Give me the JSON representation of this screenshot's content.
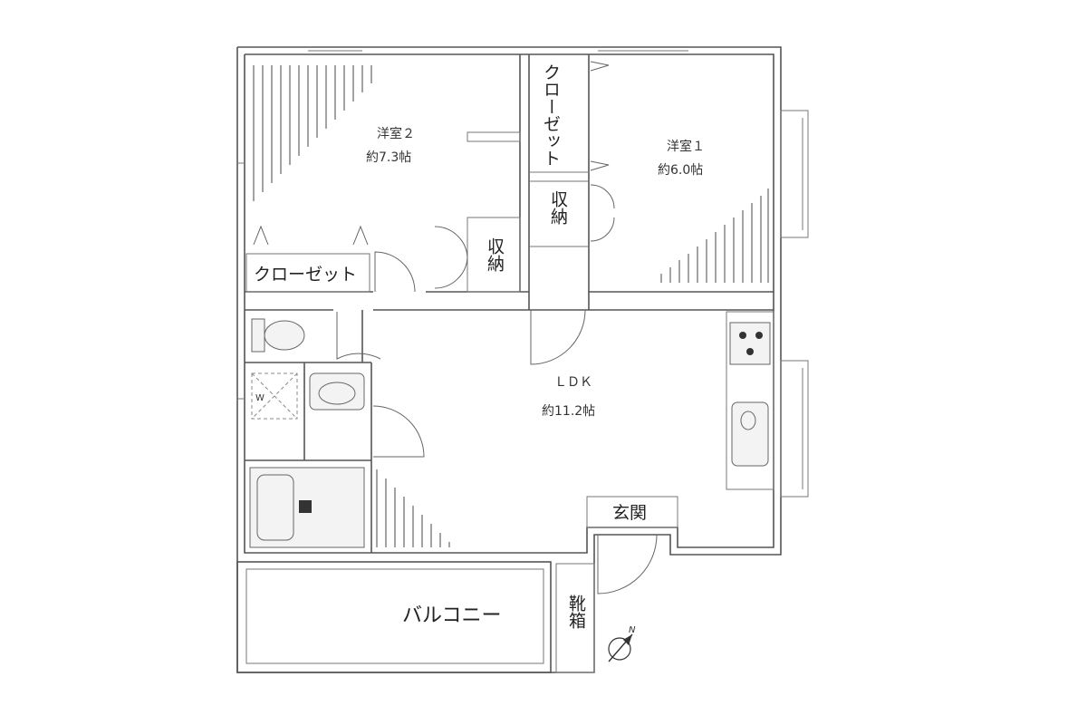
{
  "rooms": {
    "western_room_2": {
      "name": "洋室２",
      "size": "約7.3帖"
    },
    "western_room_1": {
      "name": "洋室１",
      "size": "約6.0帖"
    },
    "ldk": {
      "name": "ＬＤＫ",
      "size": "約11.2帖"
    }
  },
  "storage": {
    "closet_left": "クローゼット",
    "closet_right": "クローゼット",
    "storage_center": "収納",
    "storage_right": "収納",
    "shoe_box": "靴箱"
  },
  "entrance": "玄関",
  "balcony": "バルコニー",
  "washer_mark": "W",
  "compass_mark": "N"
}
